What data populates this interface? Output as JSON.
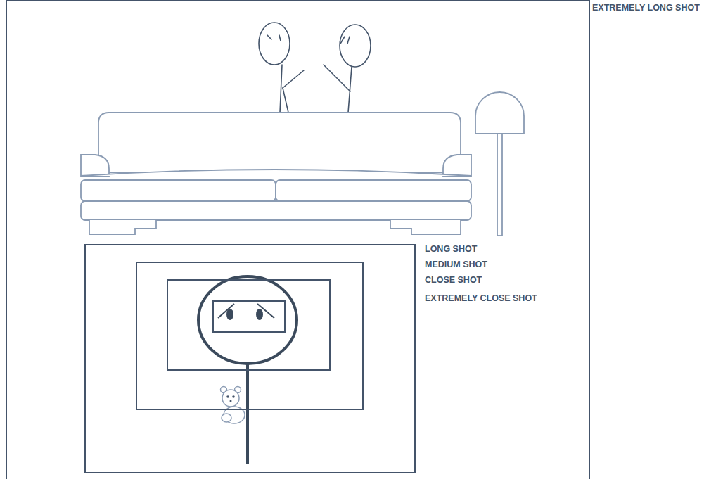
{
  "diagram": {
    "nodes": [
      {
        "text": [
          "EXTREMELY LONG SHOT"
        ]
      },
      {
        "text": [
          "LONG SHOT"
        ],
        "in": 0
      },
      {
        "text": [
          "MEDIUM SHOT"
        ],
        "in": 1
      },
      {
        "text": [
          "CLOSE SHOT"
        ],
        "in": 2
      },
      {
        "text": [
          "EXTREMELY CLOSE SHOT"
        ],
        "in": 3
      }
    ]
  }
}
